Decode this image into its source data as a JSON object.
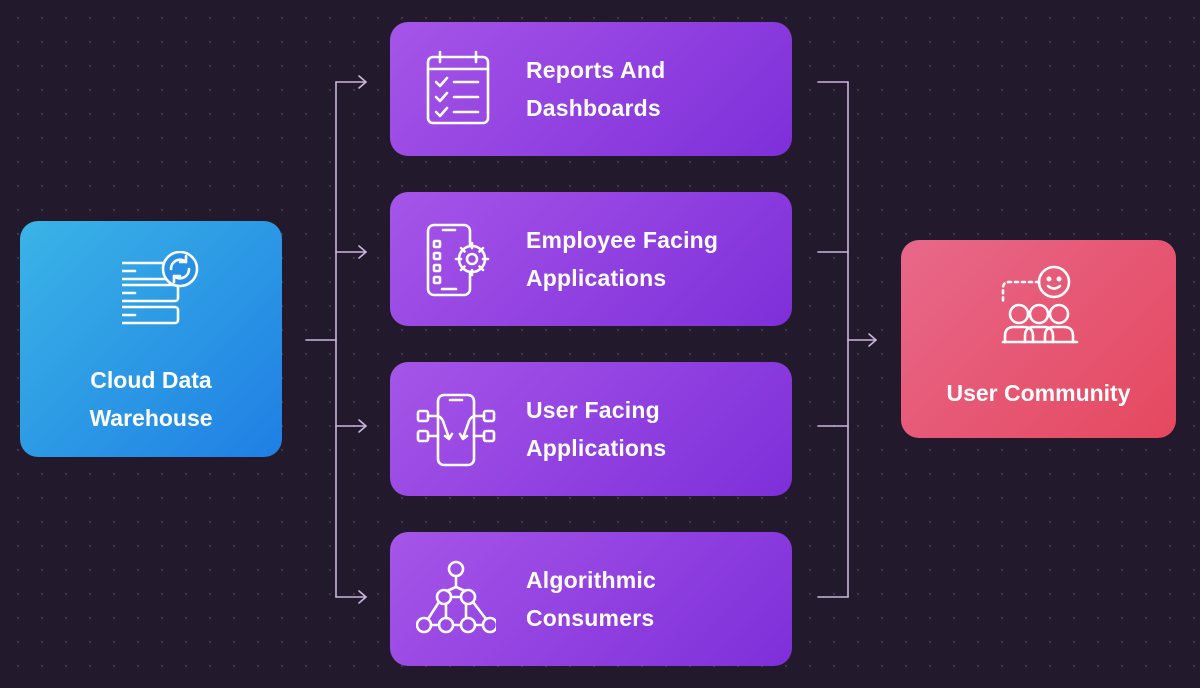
{
  "theme": {
    "background": "#221a2c",
    "source_gradient": [
      "#3ab4e6",
      "#1f7fe4"
    ],
    "consumer_gradient": [
      "#a655e8",
      "#7e2fd9"
    ],
    "target_gradient": [
      "#e8688a",
      "#e5485f"
    ],
    "connector_color": "#cbb6dc"
  },
  "source": {
    "line1": "Cloud Data",
    "line2": "Warehouse",
    "icon": "database-sync-icon"
  },
  "consumers": [
    {
      "line1": "Reports And",
      "line2": "Dashboards",
      "icon": "checklist-icon"
    },
    {
      "line1": "Employee Facing",
      "line2": "Applications",
      "icon": "mobile-gear-icon"
    },
    {
      "line1": "User Facing",
      "line2": "Applications",
      "icon": "mobile-nodes-icon"
    },
    {
      "line1": "Algorithmic",
      "line2": "Consumers",
      "icon": "network-tree-icon"
    }
  ],
  "target": {
    "title": "User Community",
    "icon": "user-community-icon"
  }
}
